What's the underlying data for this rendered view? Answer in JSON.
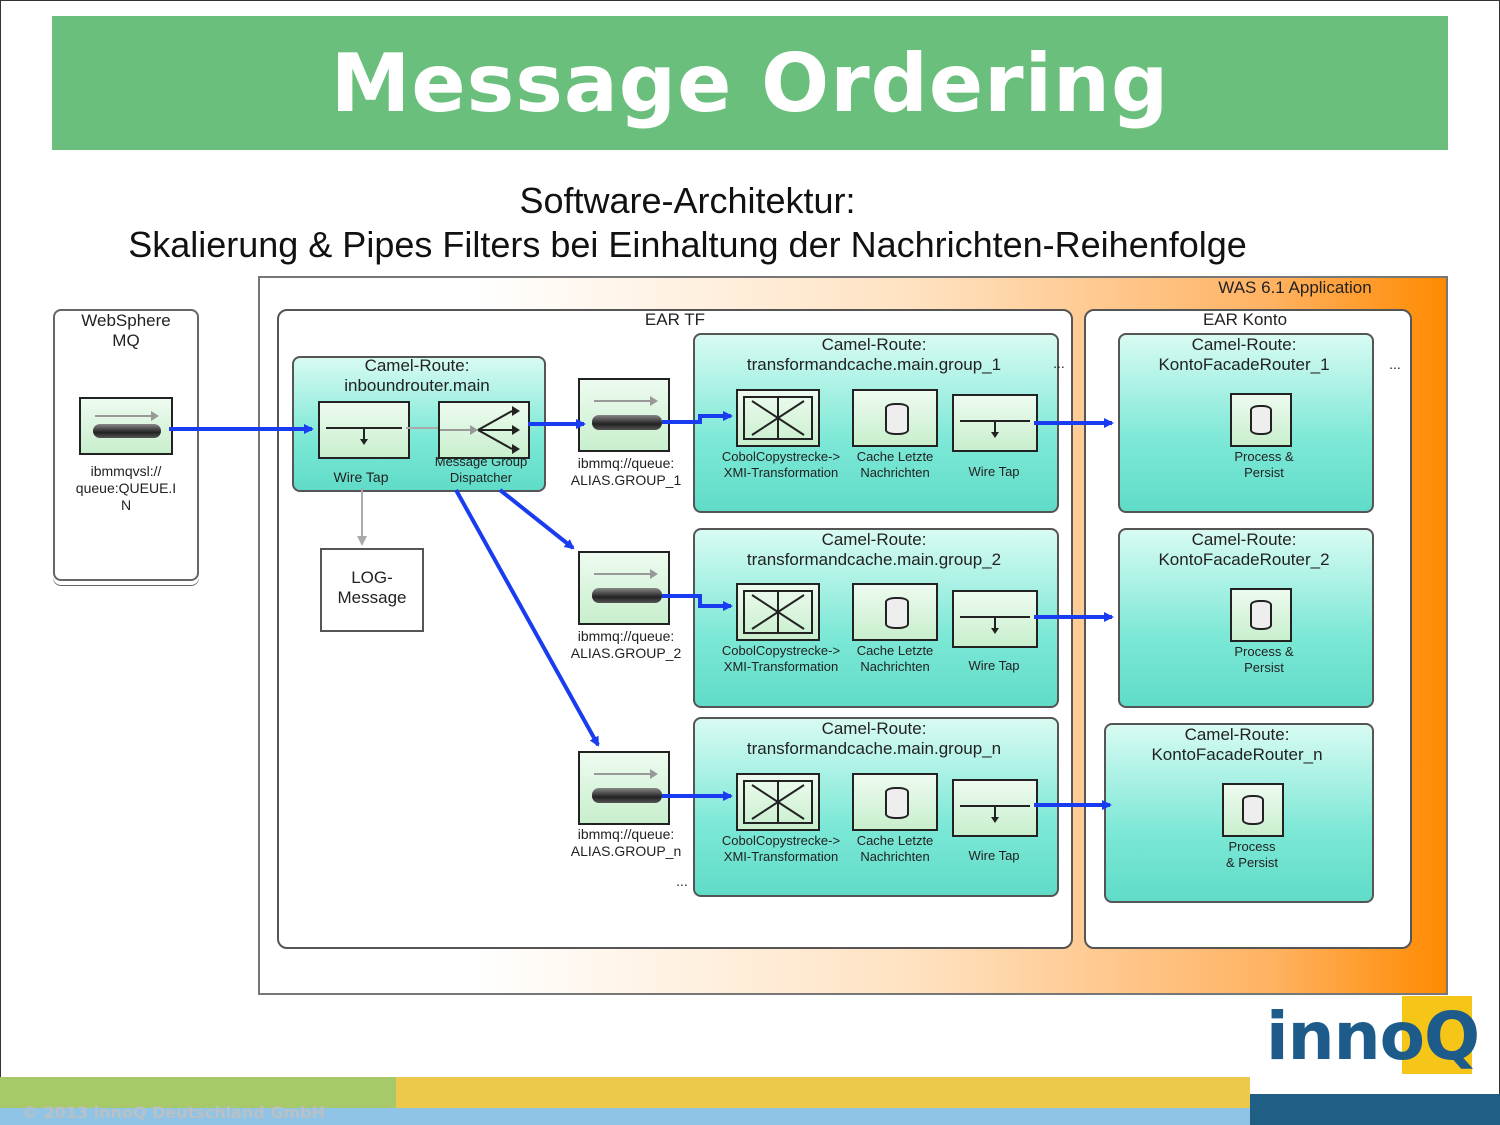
{
  "header": {
    "title": "Message Ordering"
  },
  "subtitle": {
    "line1": "Software-Architektur:",
    "line2": "Skalierung & Pipes Filters bei Einhaltung der Nachrichten-Reihenfolge"
  },
  "websphere": {
    "title_line1": "WebSphere",
    "title_line2": "MQ",
    "queue_line1": "ibmmqvsl://",
    "queue_line2": "queue:QUEUE.I",
    "queue_line3": "N"
  },
  "was": {
    "label": "WAS 6.1 Application"
  },
  "ear_tf": {
    "label": "EAR TF"
  },
  "ear_konto": {
    "label": "EAR Konto"
  },
  "inbound": {
    "title_line1": "Camel-Route:",
    "title_line2": "inboundrouter.main",
    "wiretap_label": "Wire Tap",
    "dispatcher_line1": "Message Group",
    "dispatcher_line2": "Dispatcher"
  },
  "log": {
    "line1": "LOG-",
    "line2": "Message"
  },
  "queues": [
    {
      "line1": "ibmmq://queue:",
      "line2": "ALIAS.GROUP_1"
    },
    {
      "line1": "ibmmq://queue:",
      "line2": "ALIAS.GROUP_2"
    },
    {
      "line1": "ibmmq://queue:",
      "line2": "ALIAS.GROUP_n"
    }
  ],
  "tf_routes": [
    {
      "title_line1": "Camel-Route:",
      "title_line2": "transformandcache.main.group_1"
    },
    {
      "title_line1": "Camel-Route:",
      "title_line2": "transformandcache.main.group_2"
    },
    {
      "title_line1": "Camel-Route:",
      "title_line2": "transformandcache.main.group_n"
    }
  ],
  "tf_components": {
    "transform_line1": "CobolCopystrecke->",
    "transform_line2": "XMI-Transformation",
    "cache_line1": "Cache Letzte",
    "cache_line2": "Nachrichten",
    "wiretap": "Wire Tap"
  },
  "konto_routes": [
    {
      "title_line1": "Camel-Route:",
      "title_line2": "KontoFacadeRouter_1",
      "persist_line1": "Process &",
      "persist_line2": "Persist"
    },
    {
      "title_line1": "Camel-Route:",
      "title_line2": "KontoFacadeRouter_2",
      "persist_line1": "Process &",
      "persist_line2": "Persist"
    },
    {
      "title_line1": "Camel-Route:",
      "title_line2": "KontoFacadeRouter_n",
      "persist_line1": "Process",
      "persist_line2": "& Persist"
    }
  ],
  "ellipsis": "...",
  "logo": {
    "text_main": "inno",
    "text_q": "Q"
  },
  "footer": {
    "copyright": "© 2013 innoQ Deutschland GmbH"
  },
  "colors": {
    "header_green": "#6bbf7d",
    "arrow_blue": "#1a3cf0",
    "was_orange": "#ff8a00",
    "route_teal": "#5fdcc8",
    "footer_green": "#a8c96a",
    "footer_yellow": "#ecc94b",
    "footer_blue": "#8fc4e6",
    "footer_dark": "#1f5f86",
    "logo_blue": "#1d5c8a",
    "logo_yellow": "#f5c518"
  }
}
